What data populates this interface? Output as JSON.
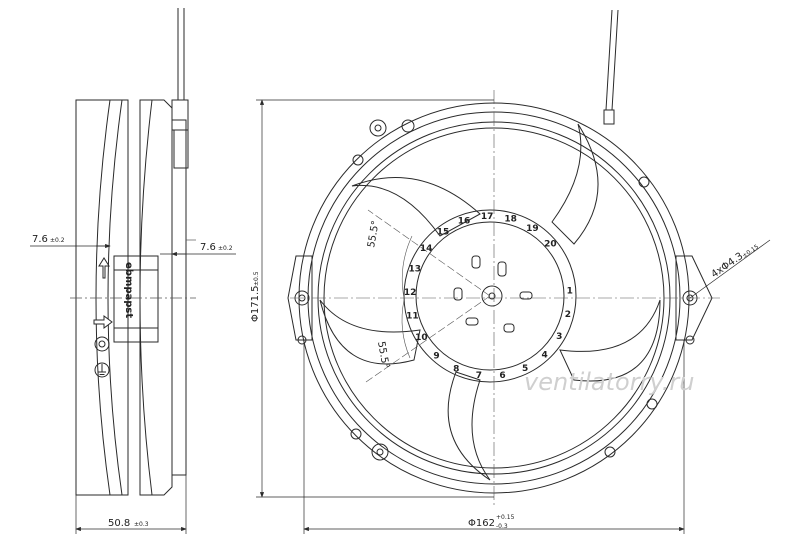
{
  "dimensions": {
    "side_offset_left": {
      "value": "7.6",
      "tol": "±0.2"
    },
    "side_offset_right": {
      "value": "7.6",
      "tol": "±0.2"
    },
    "depth": {
      "value": "50.8",
      "tol": "±0.3"
    },
    "width_diameter": {
      "value": "Φ162",
      "tol_upper": "+0.15",
      "tol_lower": "-0.3"
    },
    "height_diameter": {
      "value": "Φ171.5",
      "tol": "±0.5"
    },
    "mount_holes": {
      "value": "4xΦ4.3",
      "tol": "±0.15"
    },
    "blade_angle_upper": "55.5°",
    "blade_angle_lower": "55.5°"
  },
  "brand": "ebmpapst",
  "hub_numbers": [
    "1",
    "2",
    "3",
    "4",
    "5",
    "6",
    "7",
    "8",
    "9",
    "10",
    "11",
    "12",
    "13",
    "14",
    "15",
    "16",
    "17",
    "18",
    "19",
    "20"
  ],
  "watermark": "ventilatorry.ru",
  "colors": {
    "line": "#2a2a2a",
    "thin": "#555555",
    "watermark": "#cfcfcf"
  }
}
